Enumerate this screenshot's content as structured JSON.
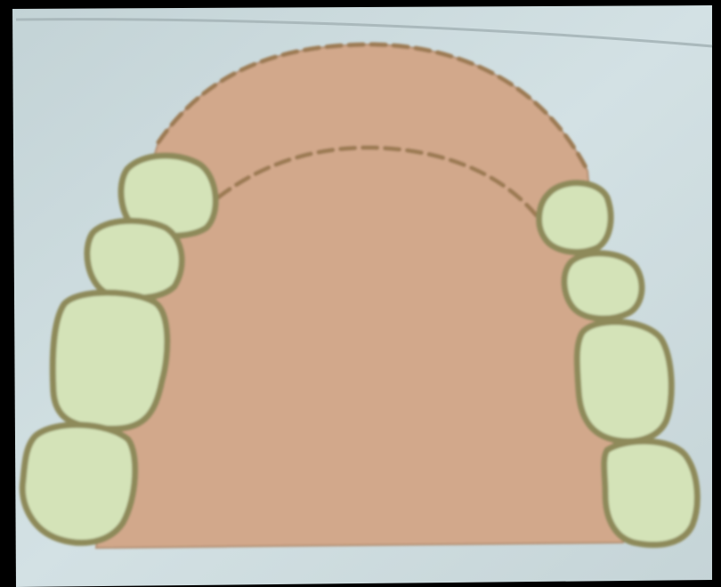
{
  "figure": {
    "subject": "partial-denture-palate-diagram",
    "colors": {
      "frame": "#000000",
      "paper": "#cfdde0",
      "paper_shadow": "#b9c8cc",
      "palate": "#d2a88b",
      "palate_outline": "#a3855f",
      "tooth_fill": "#d4e3b8",
      "tooth_outline": "#8e8a5a",
      "dashed_line": "#9c7a52"
    },
    "teeth": [
      {
        "side": "left",
        "position": 1
      },
      {
        "side": "left",
        "position": 2
      },
      {
        "side": "left",
        "position": 3
      },
      {
        "side": "left",
        "position": 4
      },
      {
        "side": "right",
        "position": 1
      },
      {
        "side": "right",
        "position": 2
      },
      {
        "side": "right",
        "position": 3
      },
      {
        "side": "right",
        "position": 4
      }
    ]
  }
}
